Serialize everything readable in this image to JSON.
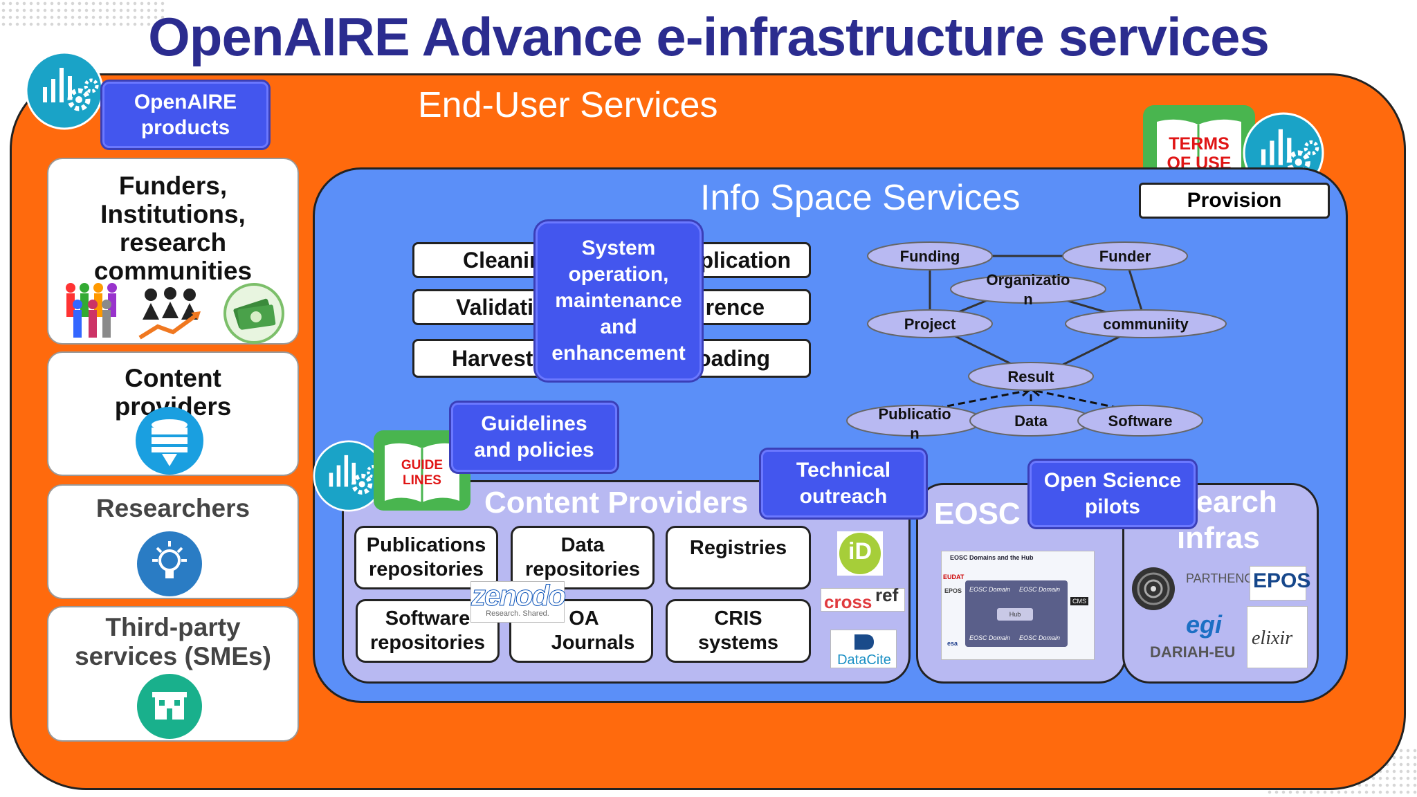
{
  "title": "OpenAIRE Advance e-infrastructure services",
  "end_user_services": "End-User Services",
  "openaire_products": [
    "OpenAIRE",
    "products"
  ],
  "stakeholders": {
    "funders": [
      "Funders,",
      "Institutions,",
      "research",
      "communities"
    ],
    "content_providers": [
      "Content",
      "providers"
    ],
    "researchers": "Researchers",
    "third_party": [
      "Third-party",
      "services (SMEs)"
    ]
  },
  "terms_of_use": [
    "TERMS",
    "OF USE"
  ],
  "provision": "Provision",
  "info_space_services": "Info Space Services",
  "processing": {
    "left": [
      "Cleanin",
      "Validati",
      "Harvest"
    ],
    "right": [
      "plication",
      "rence",
      "oading"
    ]
  },
  "system_operation": [
    "System",
    "operation,",
    "maintenance",
    "and",
    "enhancement"
  ],
  "graph_nodes": {
    "funding": "Funding",
    "funder": "Funder",
    "organization": [
      "Organizatio",
      "n"
    ],
    "project": "Project",
    "community": "communiity",
    "result": "Result",
    "publication": [
      "Publicatio",
      "n"
    ],
    "data": "Data",
    "software": "Software"
  },
  "guidelines_badge": [
    "Guidelines",
    "and policies"
  ],
  "guide_lines": [
    "GUIDE",
    "LINES"
  ],
  "technical_outreach": [
    "Technical",
    "outreach"
  ],
  "open_science_pilots": [
    "Open Science",
    "pilots"
  ],
  "content_providers_section": {
    "title": "Content Providers",
    "boxes": [
      [
        "Publications",
        "repositories"
      ],
      [
        "Data",
        "repositories"
      ],
      [
        "Registries"
      ],
      [
        "Software",
        "repositories"
      ],
      [
        "OA",
        "Journals"
      ],
      [
        "CRIS",
        "systems"
      ]
    ],
    "logos": [
      "iD",
      "cross",
      "ref",
      "DataCite",
      "zenodo",
      "Research. Shared."
    ]
  },
  "eosc_section": {
    "title": "EOSC",
    "figure_text": [
      "EOSC Domains and the Hub",
      "EUDAT",
      "EPOS",
      "EOSC Domain",
      "EOSC Domain",
      "Hub",
      "EOSC Domain",
      "EOSC Domain",
      "CMS",
      "esa"
    ]
  },
  "research_infras": {
    "title": [
      "search",
      "infras"
    ],
    "logos": [
      "PARTHENO",
      "EPOS",
      "egi",
      "elixir",
      "DARIAH-EU"
    ]
  },
  "colors": {
    "title": "#2b2c8f",
    "orange": "#ff6a0d",
    "blue_panel": "#5b8ff8",
    "badge": "#4356ee",
    "lavender": "#b8b9f2",
    "teal_icon": "#1aa3c7"
  },
  "icons": [
    "analytics-gear-icon",
    "people-icon",
    "handshake-growth-icon",
    "money-icon",
    "database-download-icon",
    "lightbulb-icon",
    "building-icon",
    "terms-book-icon",
    "guidelines-book-icon"
  ]
}
